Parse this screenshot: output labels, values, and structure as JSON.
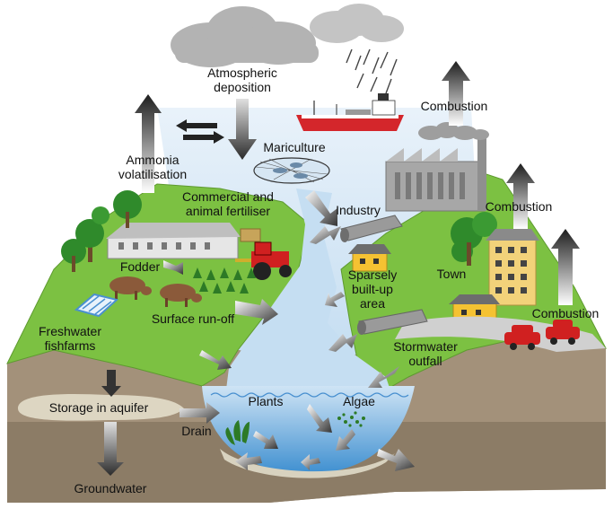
{
  "labels": {
    "atmospheric_deposition": "Atmospheric\ndeposition",
    "combustion_top": "Combustion",
    "mariculture": "Mariculture",
    "ammonia_volatilisation": "Ammonia\nvolatilisation",
    "commercial_fertiliser": "Commercial and\nanimal fertiliser",
    "industry": "Industry",
    "combustion_middle": "Combustion",
    "fodder": "Fodder",
    "sparsely_built_up_area": "Sparsely\nbuilt-up\narea",
    "town": "Town",
    "surface_run_off": "Surface run-off",
    "freshwater_fishfarms": "Freshwater\nfishfarms",
    "combustion_bottom": "Combustion",
    "stormwater_outfall": "Stormwater\noutfall",
    "storage_in_aquifer": "Storage in aquifer",
    "plants": "Plants",
    "algae": "Algae",
    "drain": "Drain",
    "groundwater": "Groundwater"
  },
  "colors": {
    "sky_water": "#c5def2",
    "grass": "#7cc142",
    "soil": "#a08f77",
    "deep_soil": "#8a7a64",
    "cloud": "#b0b0b0",
    "arrow_dark": "#2b2b2b",
    "factory": "#9a9a9a",
    "building": "#f2d27a",
    "car": "#d02020"
  }
}
